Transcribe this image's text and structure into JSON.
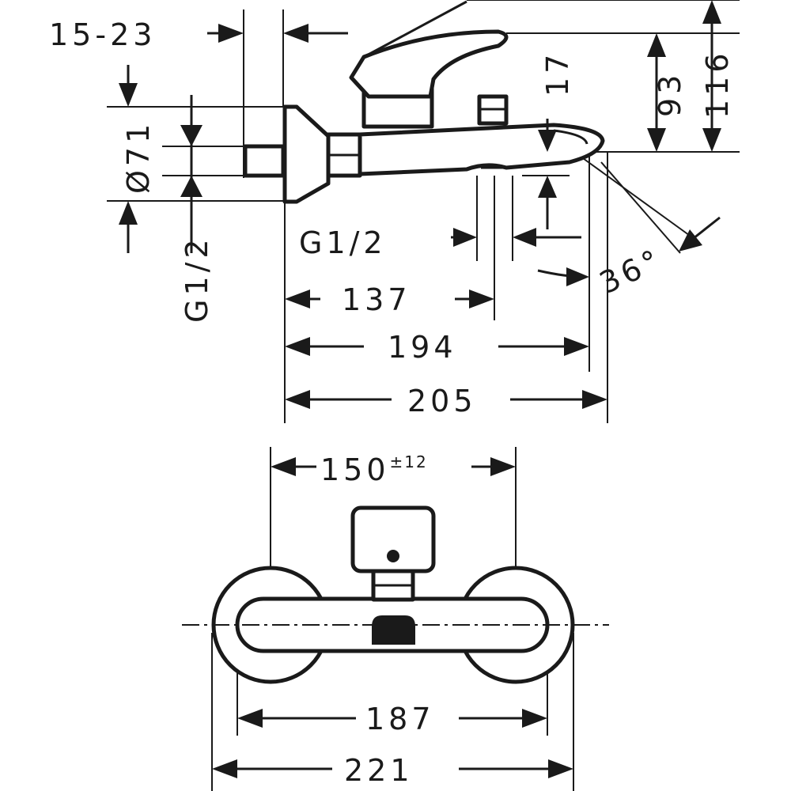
{
  "dimensions": {
    "offset_range": "15-23",
    "diameter": "Ø71",
    "thread_inlet": "G1/2",
    "thread_outlet": "G1/2",
    "length_137": "137",
    "length_194": "194",
    "length_205": "205",
    "spout_height": "17",
    "height_93": "93",
    "height_116": "116",
    "spout_angle": "36°",
    "center_distance": "150",
    "center_tolerance": "±12",
    "width_187": "187",
    "width_221": "221"
  }
}
